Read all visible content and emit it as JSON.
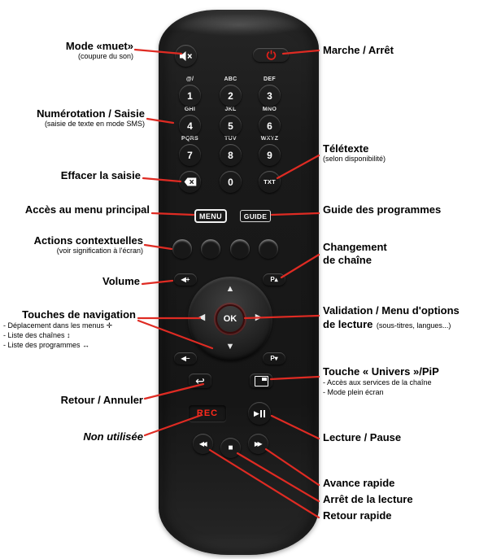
{
  "colors": {
    "callout_line": "#df2b23",
    "remote_body": "#1a1a1a",
    "red_key": "#d21f1f",
    "green_key": "#67a72f",
    "yellow_key": "#e6bc1f",
    "blue_key": "#2d7fd3",
    "rec_text": "#ff2a1c"
  },
  "left_labels": [
    {
      "title": "Mode «muet»",
      "sub": "(coupure du son)"
    },
    {
      "title": "Numérotation / Saisie",
      "sub": "(saisie de texte en mode SMS)"
    },
    {
      "title": "Effacer la saisie"
    },
    {
      "title": "Accès au menu principal"
    },
    {
      "title": "Actions contextuelles",
      "sub": "(voir signification à l'écran)"
    },
    {
      "title": "Volume"
    },
    {
      "title": "Touches de navigation",
      "items": [
        "- Déplacement dans les menus ✛",
        "- Liste des chaînes ↕",
        "- Liste des programmes ↔"
      ]
    },
    {
      "title": "Retour / Annuler"
    },
    {
      "title": "Non utilisée"
    }
  ],
  "right_labels": [
    {
      "title": "Marche / Arrêt"
    },
    {
      "title": "Télétexte",
      "sub": "(selon disponibilité)"
    },
    {
      "title": "Guide des programmes"
    },
    {
      "line1": "Changement",
      "line2": "de chaîne"
    },
    {
      "line1": "Validation / Menu d'options",
      "line2": "de lecture",
      "sub": "(sous-titres, langues...)"
    },
    {
      "title": "Touche « Univers »/PiP",
      "items": [
        "- Accès aux services de la chaîne",
        "- Mode plein écran"
      ]
    },
    {
      "title": "Lecture / Pause"
    },
    {
      "title": "Avance rapide"
    },
    {
      "title": "Arrêt de la lecture"
    },
    {
      "title": "Retour rapide"
    }
  ],
  "remote": {
    "keys": [
      {
        "letters": "@/",
        "digit": "1"
      },
      {
        "letters": "ABC",
        "digit": "2"
      },
      {
        "letters": "DEF",
        "digit": "3"
      },
      {
        "letters": "GHI",
        "digit": "4"
      },
      {
        "letters": "JKL",
        "digit": "5"
      },
      {
        "letters": "MNO",
        "digit": "6"
      },
      {
        "letters": "PQRS",
        "digit": "7"
      },
      {
        "letters": "TUV",
        "digit": "8"
      },
      {
        "letters": "WXYZ",
        "digit": "9"
      }
    ],
    "zero": "0",
    "txt": "TXT",
    "menu": "MENU",
    "guide": "GUIDE",
    "ok": "OK",
    "rec": "REC",
    "vol_up": "◀+",
    "vol_down": "◀−",
    "ch_up": "P▴",
    "ch_down": "P▾",
    "arrows": {
      "up": "▲",
      "down": "▼",
      "left": "◀",
      "right": "▶"
    },
    "media": {
      "rewind": "◀◀",
      "stop": "■",
      "forward": "▶▶",
      "play": "▶"
    }
  }
}
